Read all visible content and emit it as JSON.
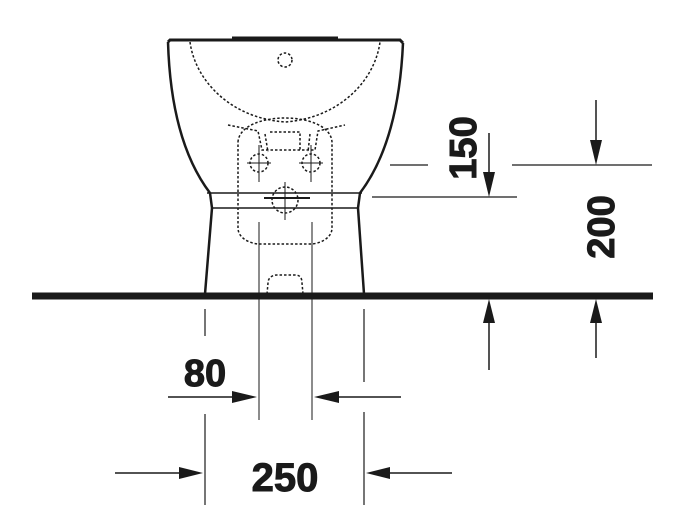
{
  "drawing": {
    "type": "technical dimension drawing",
    "subject": "floor-standing bidet, front view",
    "unit": "mm",
    "colors": {
      "line": "#1a1a1a",
      "background": "#ffffff"
    }
  },
  "dimensions": {
    "supply_height": {
      "label": "150",
      "orientation": "vertical",
      "meaning": "height of supply connections centre line"
    },
    "top_ref_height": {
      "label": "200",
      "orientation": "vertical",
      "meaning": "height from floor to upper reference line"
    },
    "connection_spacing": {
      "label": "80",
      "orientation": "horizontal",
      "meaning": "spacing between supply connections"
    },
    "base_width": {
      "label": "250",
      "orientation": "horizontal",
      "meaning": "width of pedestal base at floor"
    }
  }
}
